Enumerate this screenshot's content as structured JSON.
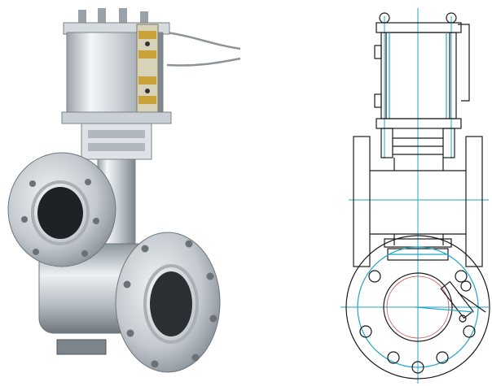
{
  "figure": {
    "panels": [
      {
        "id": "photo",
        "icon": "valve-photo"
      },
      {
        "id": "drawing",
        "icon": "valve-technical-drawing"
      }
    ]
  },
  "colors": {
    "background": "#ffffff",
    "steel_light": "#e9ecef",
    "steel_mid": "#b9c0c7",
    "steel_dark": "#5f666d",
    "brass": "#c9a33a",
    "line": "#1b1b1b",
    "centerline": "#1fa6c9"
  }
}
